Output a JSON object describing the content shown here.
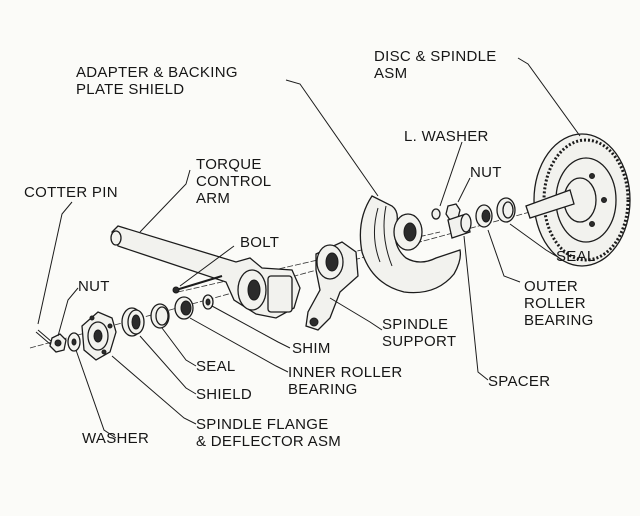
{
  "labels": {
    "adapter_backing": [
      "ADAPTER & BACKING",
      "PLATE SHIELD"
    ],
    "disc_spindle": [
      "DISC & SPINDLE",
      "ASM"
    ],
    "l_washer": "L. WASHER",
    "nut_top": "NUT",
    "torque_arm": [
      "TORQUE",
      "CONTROL",
      "ARM"
    ],
    "cotter_pin": "COTTER PIN",
    "bolt": "BOLT",
    "seal_right": "SEAL",
    "outer_bearing": [
      "OUTER",
      "ROLLER",
      "BEARING"
    ],
    "nut_left": "NUT",
    "spindle_support": [
      "SPINDLE",
      "SUPPORT"
    ],
    "shim": "SHIM",
    "seal_left": "SEAL",
    "inner_bearing": [
      "INNER ROLLER",
      "BEARING"
    ],
    "spacer": "SPACER",
    "shield": "SHIELD",
    "washer": "WASHER",
    "spindle_flange": [
      "SPINDLE FLANGE",
      "& DEFLECTOR ASM"
    ]
  },
  "colors": {
    "ink": "#1c1c1c",
    "paper": "#fbfbf8"
  }
}
